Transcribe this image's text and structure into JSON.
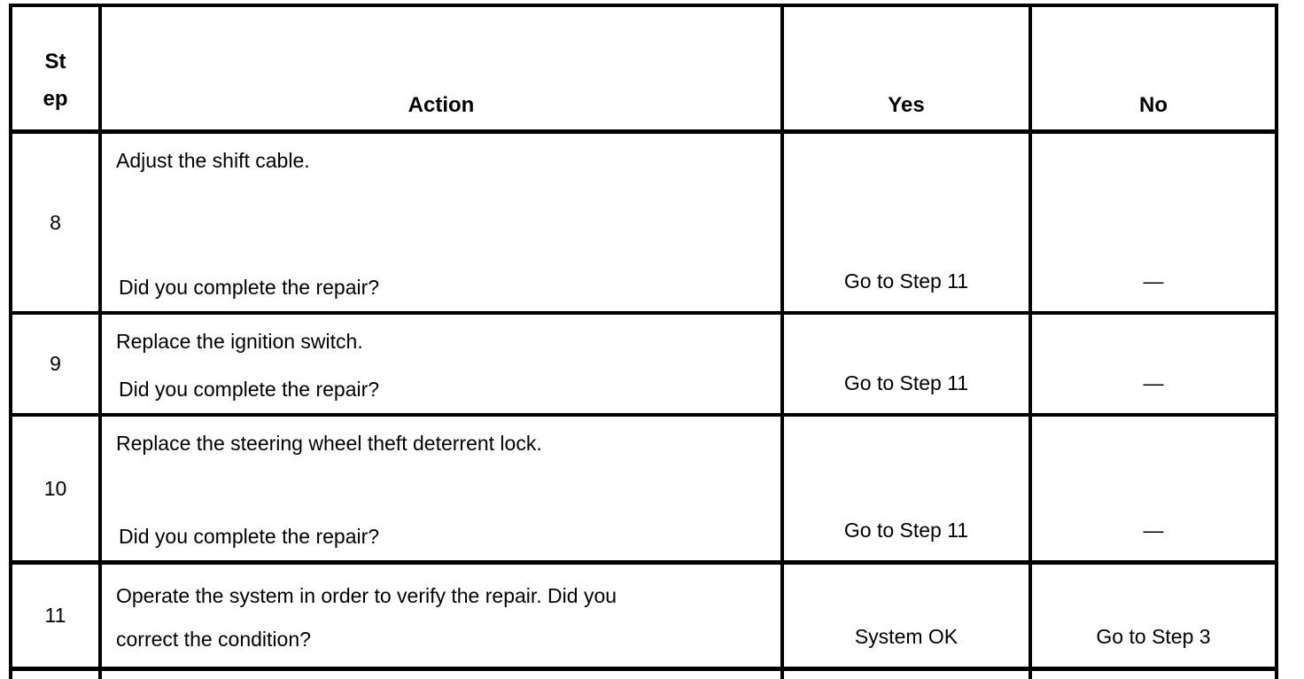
{
  "table": {
    "header": {
      "step_line1": "St",
      "step_line2": "ep",
      "action": "Action",
      "yes": "Yes",
      "no": "No"
    },
    "rows": [
      {
        "step": "8",
        "instruction": "Adjust the shift cable.",
        "question": "Did you complete the repair?",
        "yes": "Go to Step 11",
        "no": "—"
      },
      {
        "step": "9",
        "instruction": "Replace the ignition switch.",
        "question": "Did you complete the repair?",
        "yes": "Go to Step 11",
        "no": "—"
      },
      {
        "step": "10",
        "instruction": "Replace the steering wheel theft deterrent lock.",
        "question": "Did you complete the repair?",
        "yes": "Go to Step 11",
        "no": "—"
      },
      {
        "step": "11",
        "instruction": "Operate the system in order to verify the repair. Did you correct the condition?",
        "yes": "System OK",
        "no": "Go to Step 3"
      }
    ]
  }
}
